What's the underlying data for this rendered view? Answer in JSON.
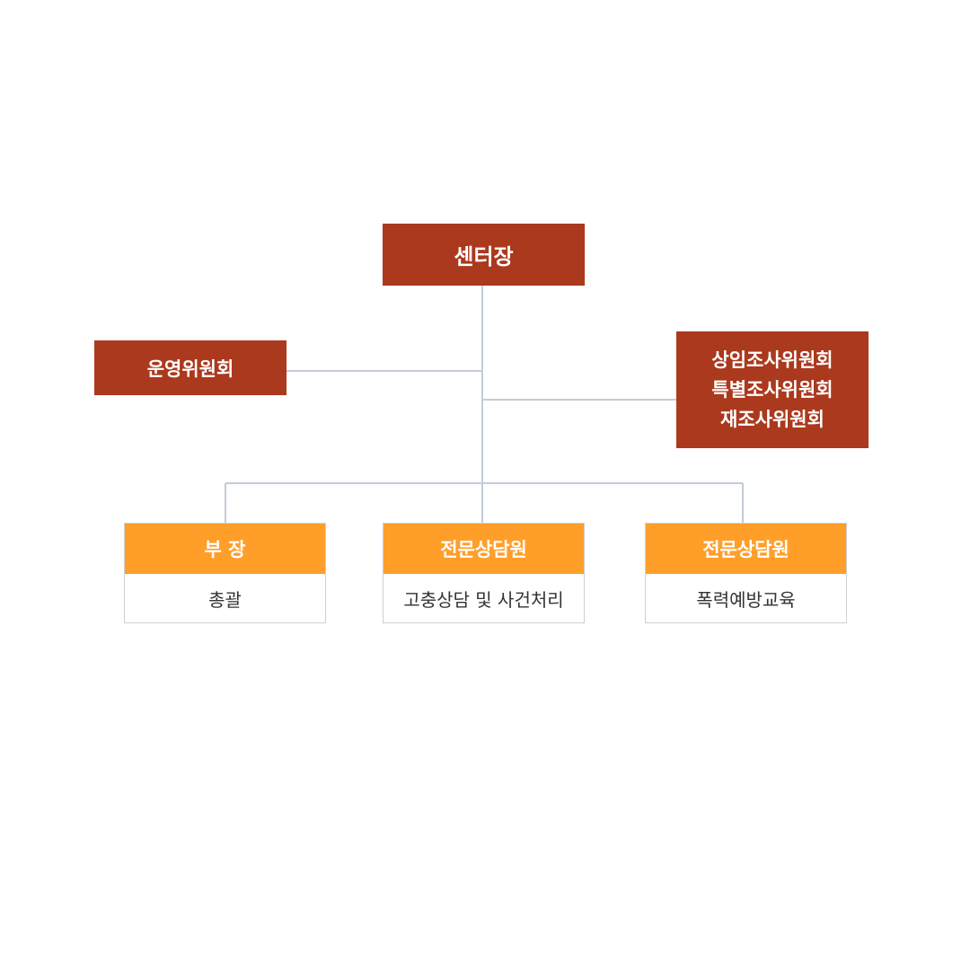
{
  "colors": {
    "primary_box": "#ab391d",
    "secondary_head": "#ff9f2a",
    "connector": "#c3ccd8",
    "card_border": "#d0d0d0",
    "body_text": "#333333"
  },
  "org": {
    "head": "센터장",
    "operations_committee": "운영위원회",
    "committees": {
      "lines": [
        "상임조사위원회",
        "특별조사위원회",
        "재조사위원회"
      ]
    },
    "departments": [
      {
        "title": "부 장",
        "role": "총괄"
      },
      {
        "title": "전문상담원",
        "role": "고충상담 및 사건처리"
      },
      {
        "title": "전문상담원",
        "role": "폭력예방교육"
      }
    ]
  }
}
